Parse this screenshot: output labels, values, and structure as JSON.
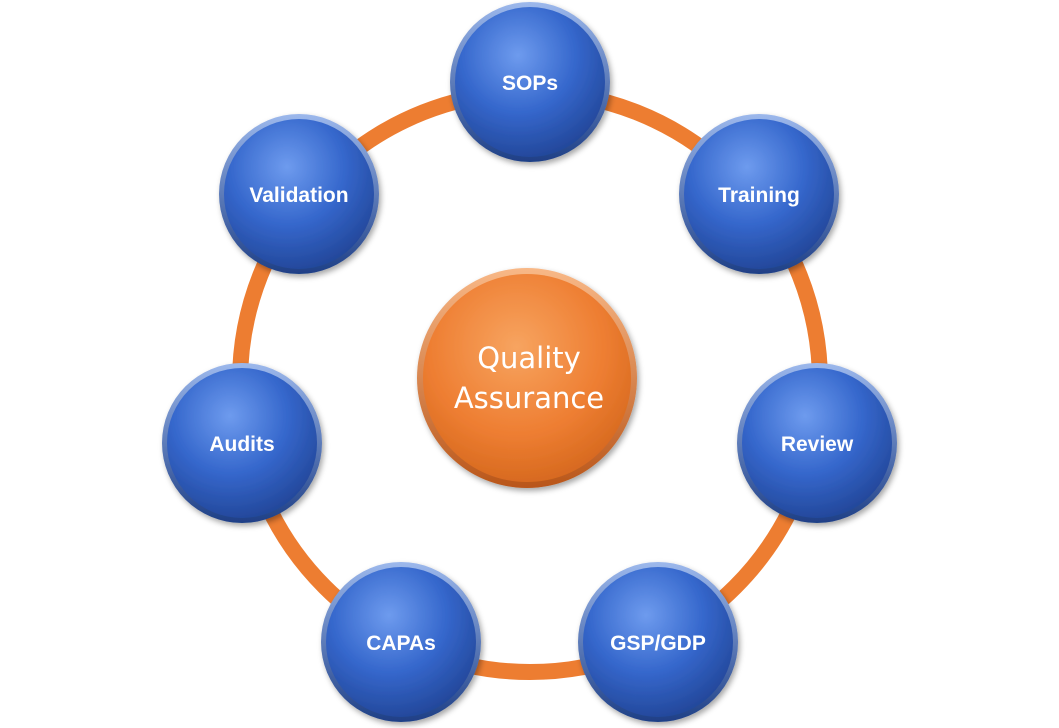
{
  "center": {
    "line1": "Quality",
    "line2": "Assurance"
  },
  "nodes": [
    {
      "label": "SOPs"
    },
    {
      "label": "Training"
    },
    {
      "label": "Review"
    },
    {
      "label": "GSP/GDP"
    },
    {
      "label": "CAPAs"
    },
    {
      "label": "Audits"
    },
    {
      "label": "Validation"
    }
  ],
  "colors": {
    "ring": "#ED7D31",
    "center_fill": "#ED7D31",
    "node_fill": "#2E5FC0",
    "label": "#FFFFFF"
  }
}
